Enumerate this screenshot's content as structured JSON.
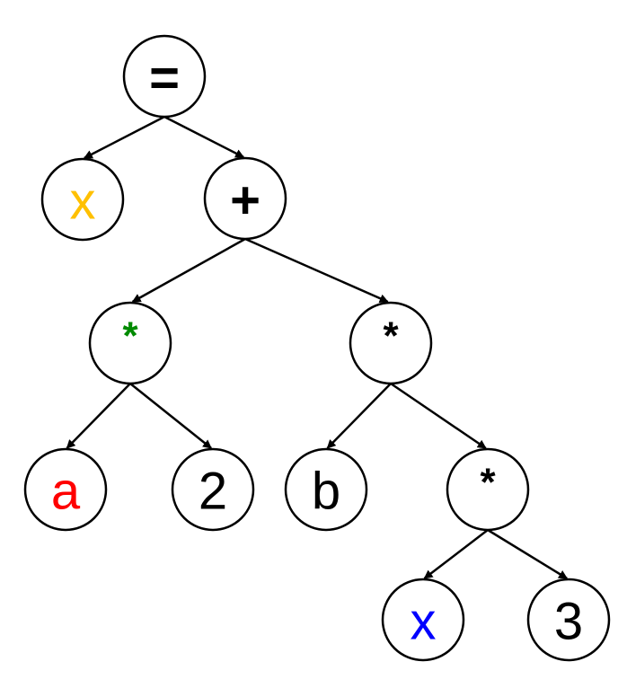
{
  "diagram": {
    "type": "expression-tree",
    "nodes": [
      {
        "id": "eq",
        "label": "=",
        "color": "#000000"
      },
      {
        "id": "x1",
        "label": "x",
        "color": "#FFC000"
      },
      {
        "id": "plus",
        "label": "+",
        "color": "#000000"
      },
      {
        "id": "mul1",
        "label": "*",
        "color": "#008A00"
      },
      {
        "id": "mul2",
        "label": "*",
        "color": "#000000"
      },
      {
        "id": "a",
        "label": "a",
        "color": "#FF0000"
      },
      {
        "id": "two",
        "label": "2",
        "color": "#000000"
      },
      {
        "id": "b",
        "label": "b",
        "color": "#000000"
      },
      {
        "id": "mul3",
        "label": "*",
        "color": "#000000"
      },
      {
        "id": "x2",
        "label": "x",
        "color": "#0000FF"
      },
      {
        "id": "three",
        "label": "3",
        "color": "#000000"
      }
    ],
    "edges": [
      [
        "eq",
        "x1"
      ],
      [
        "eq",
        "plus"
      ],
      [
        "plus",
        "mul1"
      ],
      [
        "plus",
        "mul2"
      ],
      [
        "mul1",
        "a"
      ],
      [
        "mul1",
        "two"
      ],
      [
        "mul2",
        "b"
      ],
      [
        "mul2",
        "mul3"
      ],
      [
        "mul3",
        "x2"
      ],
      [
        "mul3",
        "three"
      ]
    ]
  }
}
